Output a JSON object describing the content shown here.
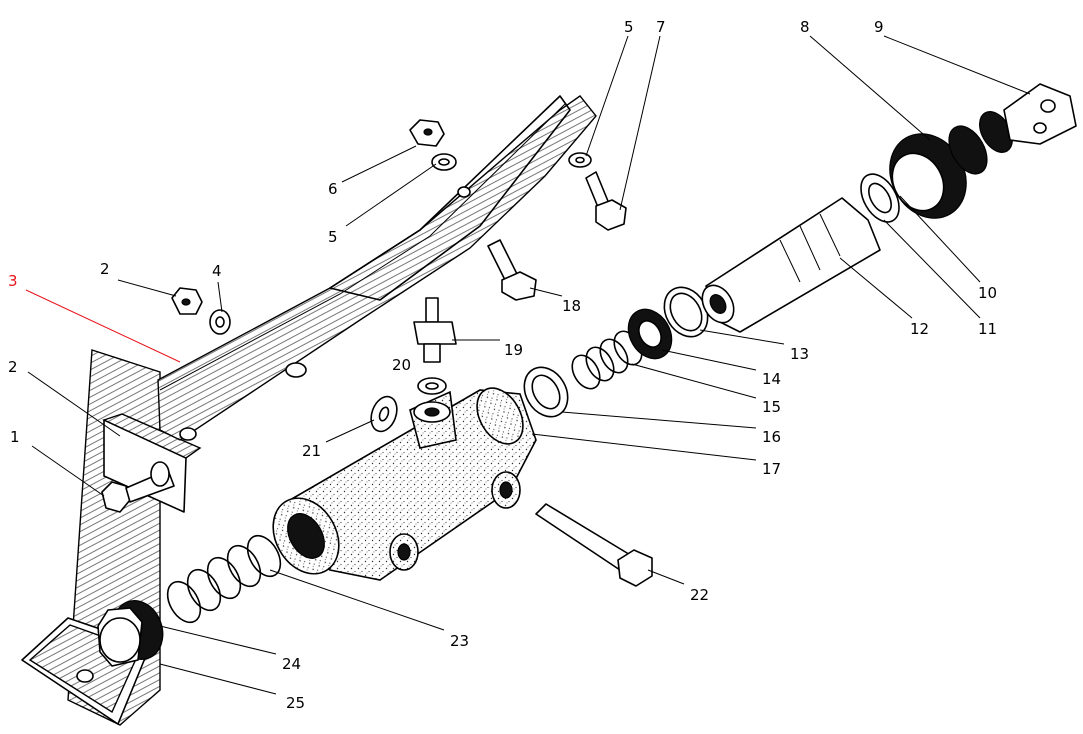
{
  "highlight_color": "#e8141b",
  "labels": [
    {
      "id": "label-1",
      "text": "1"
    },
    {
      "id": "label-2a",
      "text": "2"
    },
    {
      "id": "label-2b",
      "text": "2"
    },
    {
      "id": "label-3",
      "text": "3",
      "highlight": true
    },
    {
      "id": "label-4",
      "text": "4"
    },
    {
      "id": "label-5a",
      "text": "5"
    },
    {
      "id": "label-5b",
      "text": "5"
    },
    {
      "id": "label-6",
      "text": "6"
    },
    {
      "id": "label-7",
      "text": "7"
    },
    {
      "id": "label-8",
      "text": "8"
    },
    {
      "id": "label-9",
      "text": "9"
    },
    {
      "id": "label-10",
      "text": "10"
    },
    {
      "id": "label-11",
      "text": "11"
    },
    {
      "id": "label-12",
      "text": "12"
    },
    {
      "id": "label-13",
      "text": "13"
    },
    {
      "id": "label-14",
      "text": "14"
    },
    {
      "id": "label-15",
      "text": "15"
    },
    {
      "id": "label-16",
      "text": "16"
    },
    {
      "id": "label-17",
      "text": "17"
    },
    {
      "id": "label-18",
      "text": "18"
    },
    {
      "id": "label-19",
      "text": "19"
    },
    {
      "id": "label-20",
      "text": "20"
    },
    {
      "id": "label-21",
      "text": "21"
    },
    {
      "id": "label-22",
      "text": "22"
    },
    {
      "id": "label-23",
      "text": "23"
    },
    {
      "id": "label-24",
      "text": "24"
    },
    {
      "id": "label-25",
      "text": "25"
    }
  ]
}
